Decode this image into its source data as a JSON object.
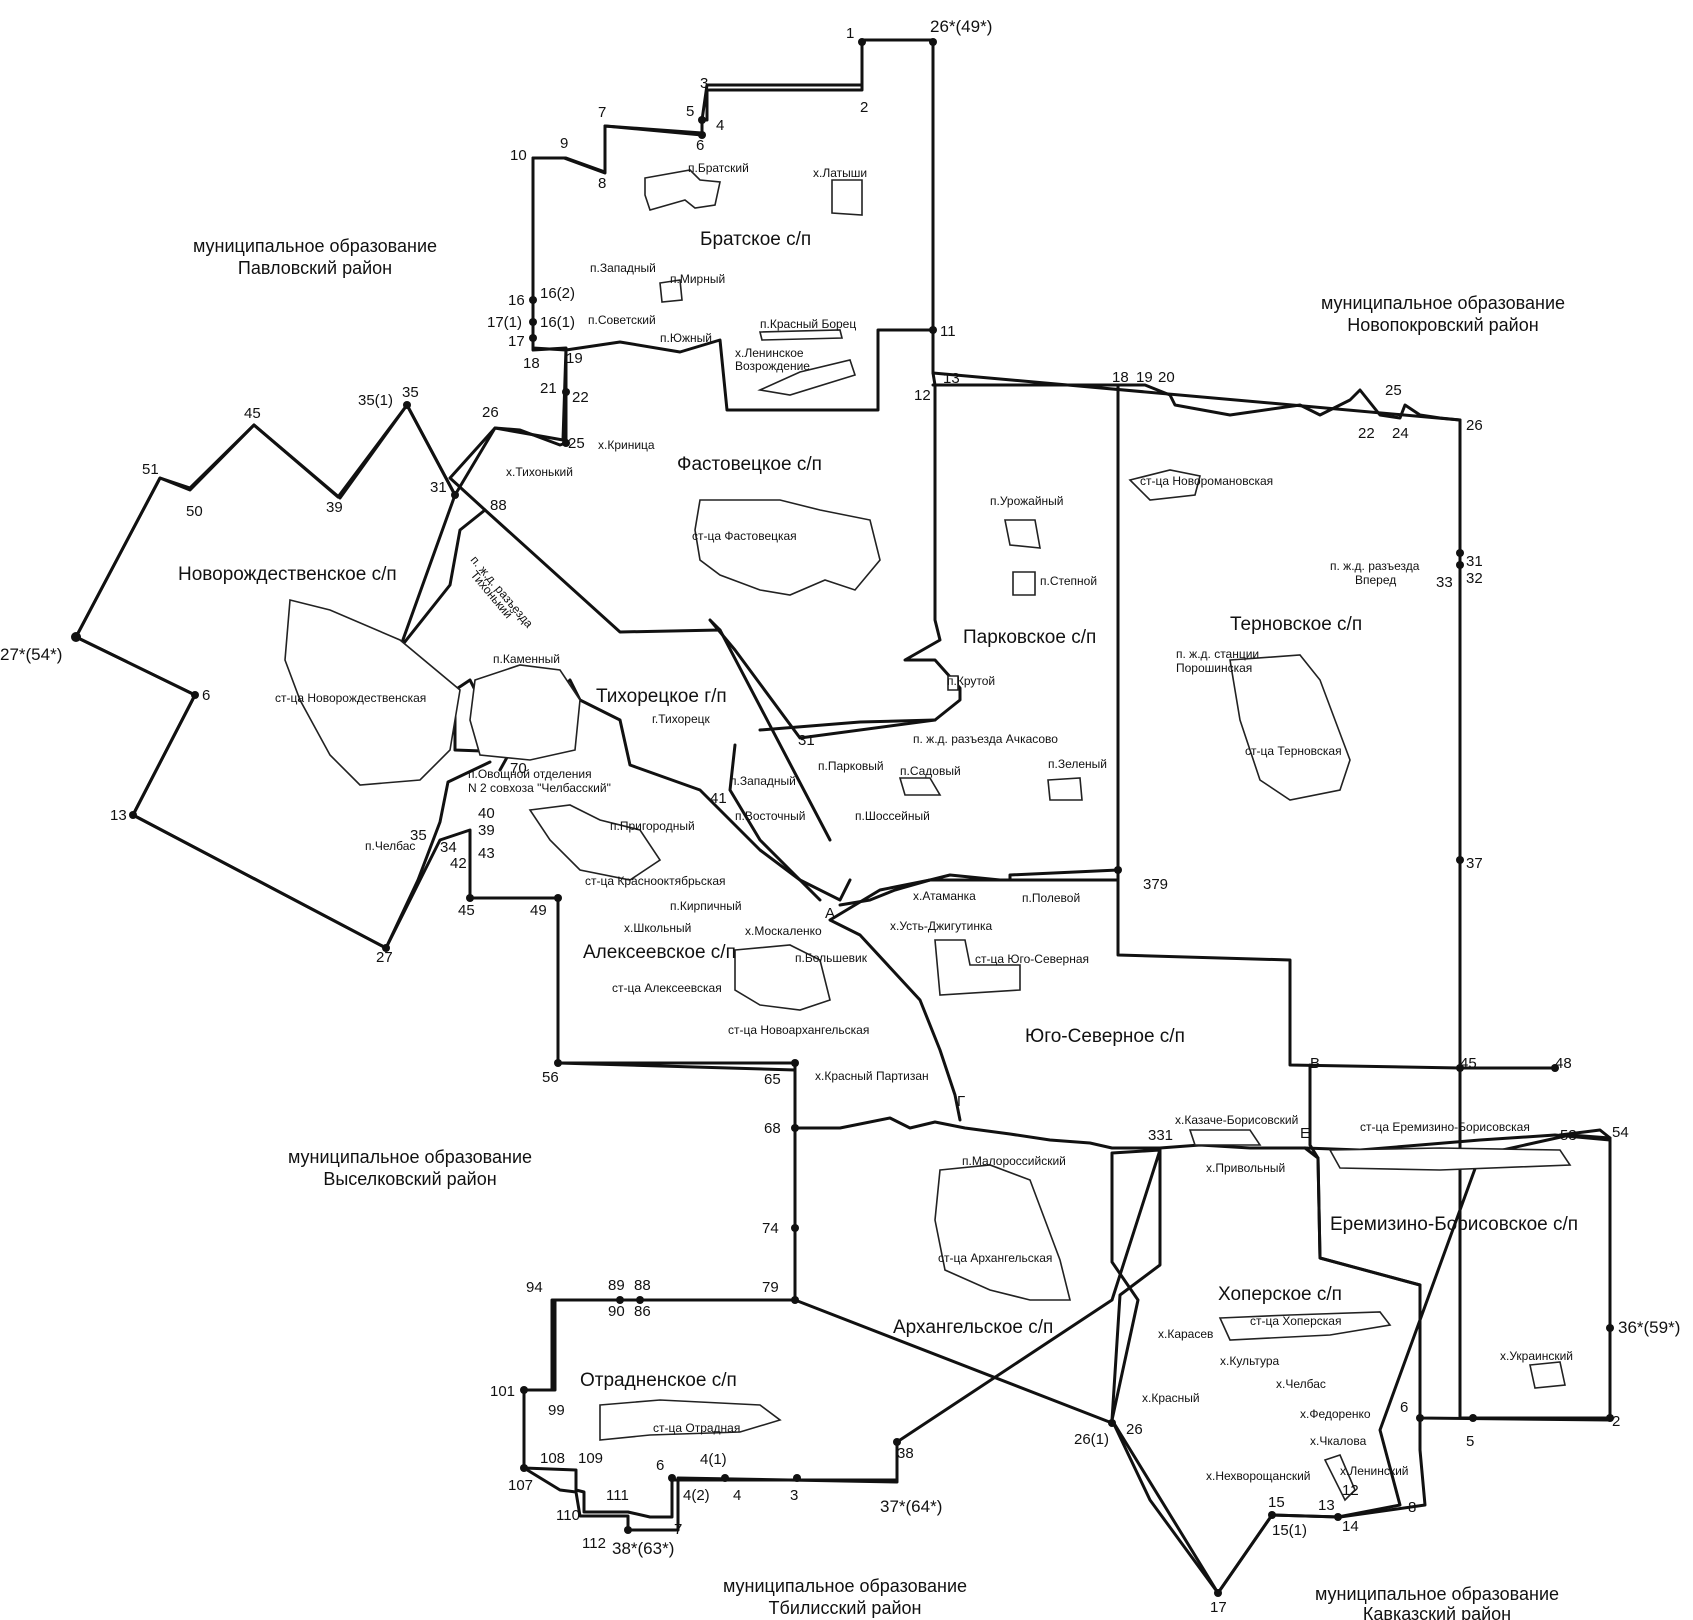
{
  "external_areas": [
    {
      "line1": "муниципальное образование",
      "line2": "Павловский район"
    },
    {
      "line1": "муниципальное образование",
      "line2": "Новопокровский район"
    },
    {
      "line1": "муниципальное образование",
      "line2": "Выселковский район"
    },
    {
      "line1": "муниципальное образование",
      "line2": "Тбилисский район"
    },
    {
      "line1": "муниципальное образование",
      "line2": "Кавказский район"
    }
  ],
  "settlements_areas": [
    "Братское с/п",
    "Фастовецкое с/п",
    "Новорождественское с/п",
    "Тихорецкое г/п",
    "Парковское с/п",
    "Терновское с/п",
    "Алексеевское с/п",
    "Юго-Северное с/п",
    "Архангельское с/п",
    "Отрадненское с/п",
    "Хоперское с/п",
    "Еремизино-Борисовское с/п"
  ],
  "localities": [
    "п.Братский",
    "х.Латыши",
    "п.Западный",
    "п.Мирный",
    "п.Советский",
    "п.Южный",
    "п.Красный Борец",
    "х.Ленинское",
    "Возрождение",
    "х.Криница",
    "х.Тихонький",
    "ст-ца Фастовецкая",
    "п. ж.д. разъезда",
    "Тихонький",
    "ст-ца Новорождественская",
    "п.Каменный",
    "г.Тихорецк",
    "п.Овощной отделения",
    "N 2 совхоза \"Челбасский\"",
    "п.Челбас",
    "п.Урожайный",
    "п.Степной",
    "п.Крутой",
    "п. ж.д. разъезда Ачкасово",
    "п.Парковый",
    "п.Садовый",
    "п.Зеленый",
    "п.Западный",
    "п.Восточный",
    "п.Шоссейный",
    "ст-ца Новоромановская",
    "п. ж.д. разъезда",
    "Вперед",
    "п. ж.д. станции",
    "Порошинская",
    "ст-ца Терновская",
    "п.Пригородный",
    "ст-ца Краснооктябрьская",
    "п.Кирпичный",
    "х.Школьный",
    "х.Москаленко",
    "п.Большевик",
    "ст-ца Алексеевская",
    "ст-ца Новоархангельская",
    "х.Красный Партизан",
    "х.Атаманка",
    "п.Полевой",
    "х.Усть-Джигутинка",
    "ст-ца Юго-Северная",
    "х.Казаче-Борисовский",
    "х.Привольный",
    "ст-ца Еремизино-Борисовская",
    "п.Малороссийский",
    "ст-ца Архангельская",
    "ст-ца Отрадная",
    "ст-ца Хоперская",
    "х.Карасев",
    "х.Культура",
    "х.Челбас",
    "х.Красный",
    "х.Федоренко",
    "х.Чкалова",
    "х.Нехворощанский",
    "х.Ленинский",
    "х.Украинский"
  ],
  "points": [
    "1",
    "2",
    "3",
    "4",
    "5",
    "6",
    "7",
    "8",
    "9",
    "10",
    "16",
    "16(2)",
    "17(1)",
    "16(1)",
    "17",
    "18",
    "19",
    "11",
    "21",
    "22",
    "25",
    "26",
    "35(1)",
    "35",
    "45",
    "51",
    "50",
    "39",
    "31",
    "88",
    "13",
    "12",
    "18",
    "19",
    "20",
    "25",
    "22",
    "24",
    "26",
    "31",
    "32",
    "33",
    "6",
    "13",
    "31",
    "70",
    "41",
    "40",
    "39",
    "35",
    "34",
    "42",
    "43",
    "45",
    "49",
    "27",
    "379",
    "37",
    "A",
    "В",
    "45",
    "48",
    "56",
    "65",
    "68",
    "Г",
    "331",
    "Е",
    "53",
    "54",
    "74",
    "79",
    "94",
    "89",
    "88",
    "90",
    "86",
    "101",
    "99",
    "108",
    "109",
    "107",
    "110",
    "111",
    "112",
    "6",
    "4(1)",
    "4(2)",
    "4",
    "3",
    "7",
    "38",
    "26(1)",
    "26",
    "6",
    "5",
    "2",
    "15",
    "15(1)",
    "13",
    "12",
    "14",
    "8",
    "17"
  ],
  "key_points": [
    "26*(49*)",
    "27*(54*)",
    "36*(59*)",
    "37*(64*)",
    "38*(63*)"
  ]
}
